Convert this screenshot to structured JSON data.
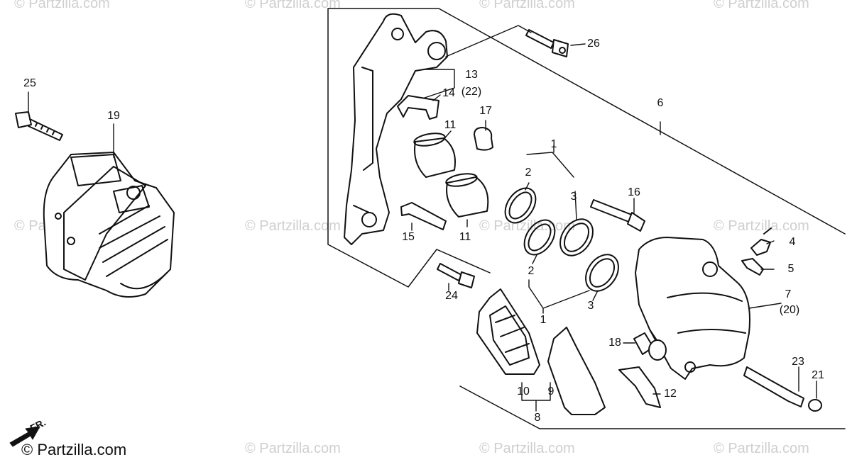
{
  "watermark": "© Partzilla.com",
  "brand": "© Partzilla.com",
  "front_marker": "FR.",
  "callouts": {
    "c1a": "1",
    "c1b": "1",
    "c2a": "2",
    "c2b": "2",
    "c3a": "3",
    "c3b": "3",
    "c4": "4",
    "c5": "5",
    "c6": "6",
    "c7": "7",
    "c7b": "(20)",
    "c8": "8",
    "c9": "9",
    "c10": "10",
    "c11a": "11",
    "c11b": "11",
    "c12": "12",
    "c13": "13",
    "c13b": "(22)",
    "c14": "14",
    "c15": "15",
    "c16": "16",
    "c17": "17",
    "c18": "18",
    "c19": "19",
    "c21": "21",
    "c23": "23",
    "c24": "24",
    "c25": "25",
    "c26": "26"
  }
}
